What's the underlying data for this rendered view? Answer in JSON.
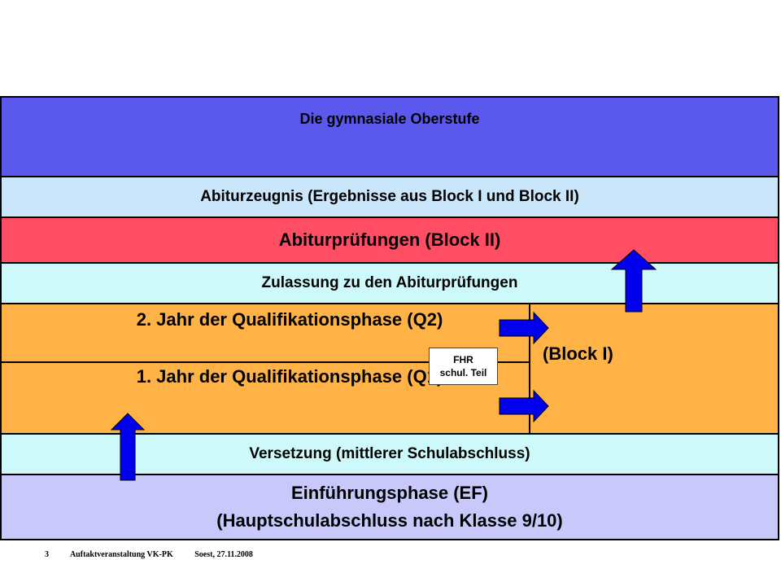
{
  "title": "Die gymnasiale  Oberstufe",
  "zeugnis": "Abiturzeugnis (Ergebnisse aus Block I und Block II)",
  "pruefungen": "Abiturprüfungen (Block II)",
  "zulassung": "Zulassung zu den Abiturprüfungen",
  "q2": "2. Jahr der Qualifikationsphase (Q2)",
  "q1": "1. Jahr der Qualifikationsphase (Q1)",
  "block1": "(Block I)",
  "fhr": {
    "line1": "FHR",
    "line2": "schul. Teil"
  },
  "versetzung": "Versetzung (mittlerer Schulabschluss)",
  "ef": {
    "line1": "Einführungsphase (EF)",
    "line2": "(Hauptschulabschluss nach Klasse 9/10)"
  },
  "footer": {
    "page": "3",
    "event": "Auftaktveranstaltung VK-PK",
    "place_date": "Soest, 27.11.2008"
  },
  "colors": {
    "title": "#5b58ee",
    "zeugnis": "#c9e6fa",
    "pruefungen": "#ff4d64",
    "zulassung": "#cdf9fb",
    "qphase": "#ffb347",
    "ef": "#c8c8fb",
    "arrow": "#0000ee"
  },
  "icons": [
    "arrow-up-icon",
    "arrow-right-icon"
  ]
}
